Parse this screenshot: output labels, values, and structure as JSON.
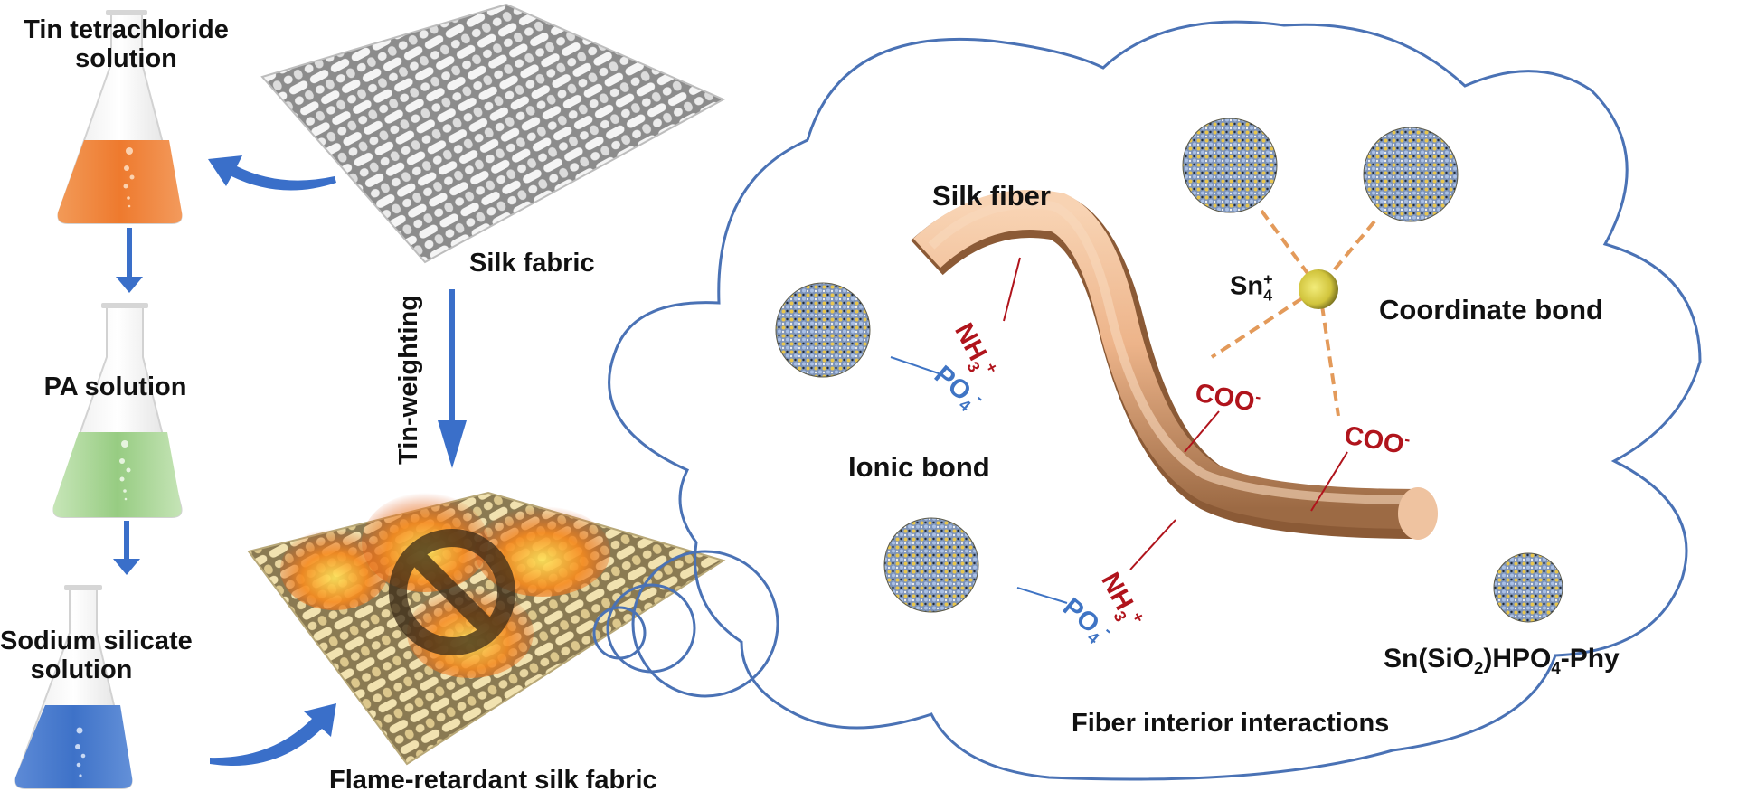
{
  "figure": {
    "left_panel": {
      "flasks": [
        {
          "label_line1": "Tin tetrachloride",
          "label_line2": "solution",
          "liquid_color": "#EE7A2E"
        },
        {
          "label_line1": "PA solution",
          "label_line2": "",
          "liquid_color": "#9ED08A"
        },
        {
          "label_line1": "Sodium silicate",
          "label_line2": "solution",
          "liquid_color": "#3E72C8"
        }
      ],
      "silk_fabric_label": "Silk fabric",
      "process_label": "Tin-weighting",
      "product_label": "Flame-retardant silk fabric"
    },
    "right_panel": {
      "title": "Fiber interior interactions",
      "silk_fiber_label": "Silk fiber",
      "ionic_bond_label": "Ionic bond",
      "coordinate_bond_label": "Coordinate bond",
      "tin_ion": {
        "base": "Sn",
        "sub": "4",
        "sup": "+"
      },
      "nanoparticle_label": {
        "p1": "Sn(SiO",
        "s1": "2",
        "p2": ")HPO",
        "s2": "4",
        "p3": "-Phy"
      },
      "ammonium": {
        "base": "NH",
        "sub": "3",
        "sup": "+"
      },
      "phosphate": {
        "base": "PO",
        "sub": "4",
        "sup": "-"
      },
      "carboxylate": "COO",
      "carboxylate_charge": "-"
    },
    "colors": {
      "arrow_blue": "#3A6FC9",
      "cloud_outline": "#4A72B5",
      "fiber_peach": "#EDB48A",
      "ionic_red": "#B0141C",
      "phosphate_blue": "#3F74C4",
      "coordinate_orange": "#E39A5A",
      "tin_yellow": "#D8CF4A"
    }
  }
}
